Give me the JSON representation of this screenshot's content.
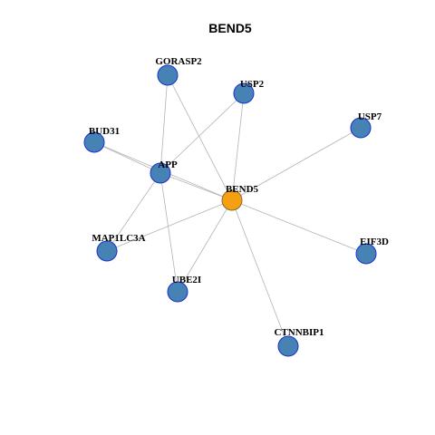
{
  "title": "BEND5",
  "colors": {
    "center_fill": "#f5a012",
    "center_stroke": "#8a6a2a",
    "node_fill": "#4682b4",
    "node_stroke": "#1c2fd0",
    "edge": "#b3b3b3"
  },
  "nodes": [
    {
      "id": "BEND5",
      "label": "BEND5",
      "center": true
    },
    {
      "id": "APP",
      "label": "APP"
    },
    {
      "id": "GORASP2",
      "label": "GORASP2"
    },
    {
      "id": "USP2",
      "label": "USP2"
    },
    {
      "id": "USP7",
      "label": "USP7"
    },
    {
      "id": "BUD31",
      "label": "BUD31"
    },
    {
      "id": "MAP1LC3A",
      "label": "MAP1LC3A"
    },
    {
      "id": "UBE2I",
      "label": "UBE2I"
    },
    {
      "id": "EIF3D",
      "label": "EIF3D"
    },
    {
      "id": "CTNNBIP1",
      "label": "CTNNBIP1"
    }
  ],
  "edges": [
    [
      "BEND5",
      "GORASP2"
    ],
    [
      "BEND5",
      "USP2"
    ],
    [
      "BEND5",
      "USP7"
    ],
    [
      "BEND5",
      "BUD31"
    ],
    [
      "BEND5",
      "APP"
    ],
    [
      "BEND5",
      "MAP1LC3A"
    ],
    [
      "BEND5",
      "UBE2I"
    ],
    [
      "BEND5",
      "EIF3D"
    ],
    [
      "BEND5",
      "CTNNBIP1"
    ],
    [
      "APP",
      "GORASP2"
    ],
    [
      "APP",
      "USP2"
    ],
    [
      "APP",
      "BUD31"
    ],
    [
      "APP",
      "MAP1LC3A"
    ],
    [
      "APP",
      "UBE2I"
    ]
  ]
}
